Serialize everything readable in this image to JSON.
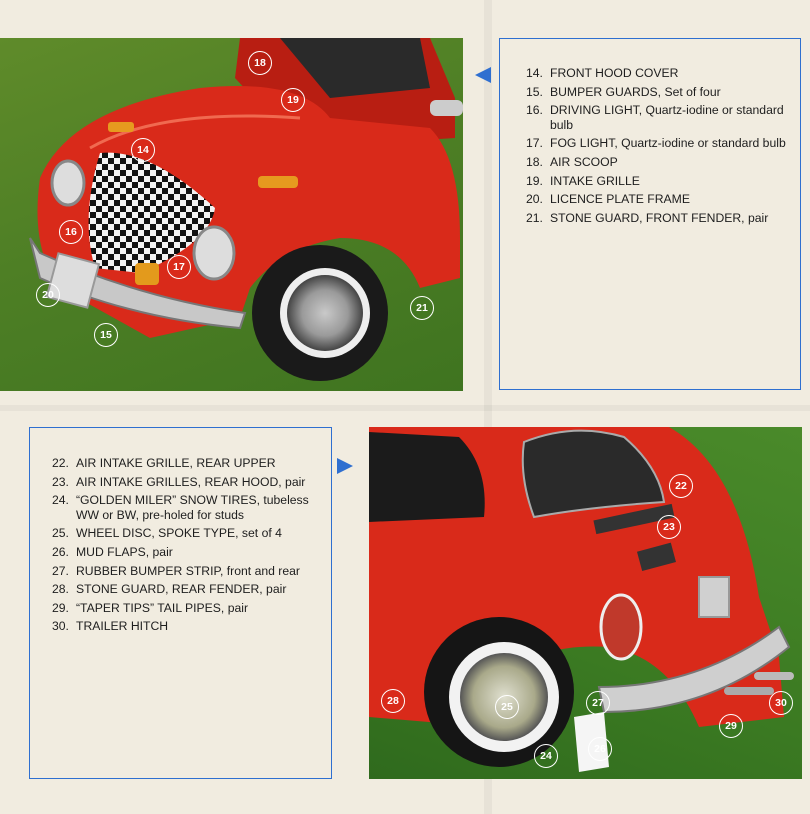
{
  "front_list": [
    {
      "num": "14.",
      "text": "FRONT HOOD COVER"
    },
    {
      "num": "15.",
      "text": "BUMPER GUARDS, Set of four"
    },
    {
      "num": "16.",
      "text": "DRIVING LIGHT, Quartz-iodine or standard bulb"
    },
    {
      "num": "17.",
      "text": "FOG LIGHT, Quartz-iodine or standard bulb"
    },
    {
      "num": "18.",
      "text": "AIR SCOOP"
    },
    {
      "num": "19.",
      "text": "INTAKE GRILLE"
    },
    {
      "num": "20.",
      "text": "LICENCE PLATE FRAME"
    },
    {
      "num": "21.",
      "text": "STONE GUARD, FRONT FENDER, pair"
    }
  ],
  "rear_list": [
    {
      "num": "22.",
      "text": "AIR INTAKE GRILLE, REAR UPPER"
    },
    {
      "num": "23.",
      "text": "AIR INTAKE GRILLES, REAR HOOD, pair"
    },
    {
      "num": "24.",
      "text": "“GOLDEN MILER” SNOW TIRES, tubeless WW or BW, pre-holed for studs"
    },
    {
      "num": "25.",
      "text": "WHEEL DISC, SPOKE TYPE, set of 4"
    },
    {
      "num": "26.",
      "text": "MUD FLAPS, pair"
    },
    {
      "num": "27.",
      "text": "RUBBER BUMPER STRIP, front and rear"
    },
    {
      "num": "28.",
      "text": "STONE GUARD, REAR FENDER, pair"
    },
    {
      "num": "29.",
      "text": "“TAPER TIPS” TAIL PIPES, pair"
    },
    {
      "num": "30.",
      "text": "TRAILER HITCH"
    }
  ],
  "front_callouts": [
    "18",
    "19",
    "14",
    "16",
    "17",
    "20",
    "15",
    "21"
  ],
  "rear_callouts": [
    "22",
    "23",
    "28",
    "25",
    "27",
    "30",
    "29",
    "24",
    "26"
  ],
  "colors": {
    "car_red": "#d92a1a",
    "grass_green": "#4e7f25",
    "frame_blue": "#2f6fd0",
    "paper": "#f1ece0"
  }
}
